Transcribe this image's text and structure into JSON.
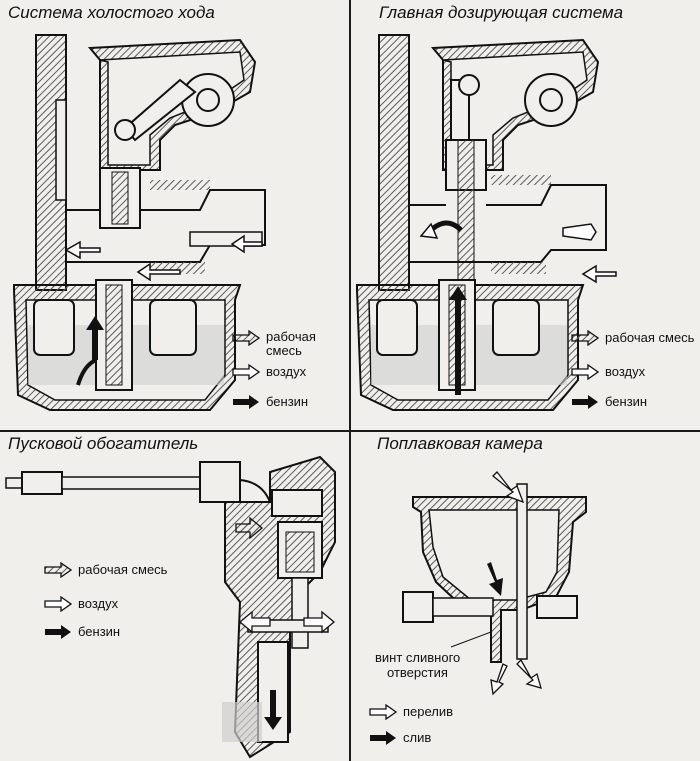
{
  "panels": {
    "idle": {
      "title": "Система холостого хода",
      "legend": [
        "рабочая смесь",
        "воздух",
        "бензин"
      ]
    },
    "main": {
      "title": "Главная дозирующая система",
      "legend": [
        "рабочая смесь",
        "воздух",
        "бензин"
      ]
    },
    "choke": {
      "title": "Пусковой обогатитель",
      "legend": [
        "рабочая смесь",
        "воздух",
        "бензин"
      ]
    },
    "float": {
      "title": "Поплавковая камера",
      "drain_label_1": "винт сливного",
      "drain_label_2": "отверстия",
      "legend": [
        "перелив",
        "слив"
      ]
    }
  },
  "colors": {
    "line": "#111111",
    "hatch": "#5a5a5a",
    "paper": "#f1efec",
    "fuel": "#cfcfcf"
  },
  "icons": [
    "mixture-arrow-icon",
    "air-arrow-icon",
    "fuel-arrow-icon"
  ]
}
